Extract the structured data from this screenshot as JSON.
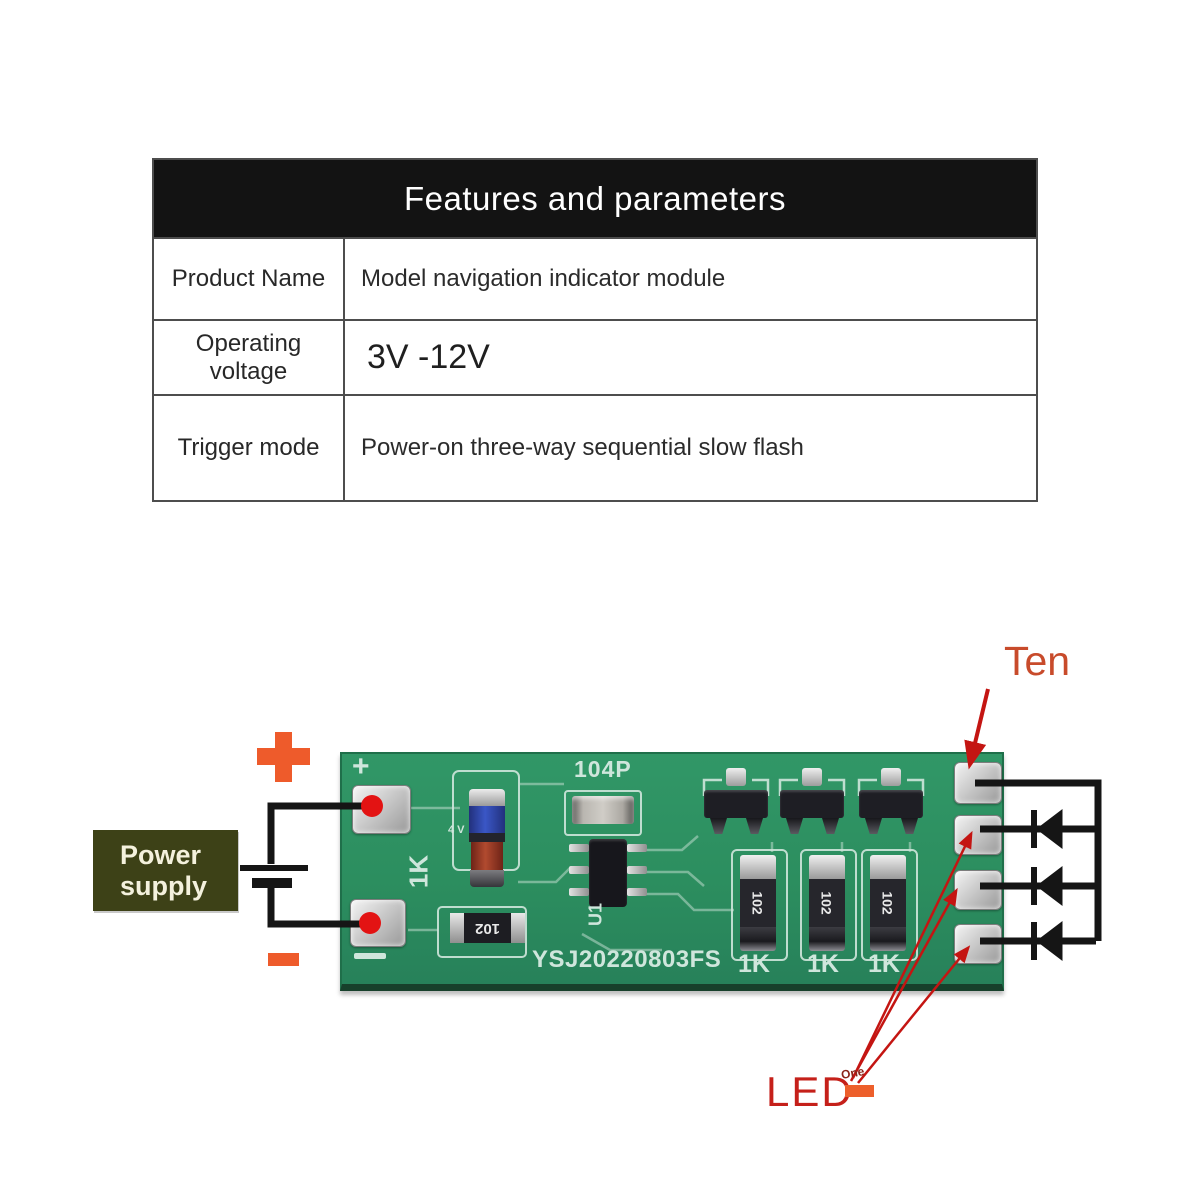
{
  "table": {
    "title": "Features and parameters",
    "rows": [
      {
        "label": "Product Name",
        "value": "Model navigation indicator module"
      },
      {
        "label": "Operating voltage",
        "value": "3V -12V"
      },
      {
        "label": "Trigger mode",
        "value": "Power-on three-way sequential slow flash"
      }
    ]
  },
  "diagram": {
    "power_supply": {
      "line1": "Power",
      "line2": "supply"
    },
    "labels": {
      "ten": "Ten",
      "led": "LED",
      "led_superscript": "One"
    },
    "pcb": {
      "silkscreen": {
        "plus": "+",
        "cap_code": "104P",
        "left_resistor_label": "1K",
        "zener_marking": "4 V",
        "ic_ref": "U1",
        "board_code": "YSJ20220803FS",
        "resistor_labels": [
          "1K",
          "1K",
          "1K"
        ]
      },
      "components": {
        "left_resistor_value": "102",
        "resistor_values": [
          "102",
          "102",
          "102"
        ]
      }
    },
    "colors": {
      "board_green": "#2e9163",
      "silkscreen": "#cfe6dc",
      "accent_orange": "#ee5b2b",
      "arrow_red": "#c41512",
      "label_red": "#c5201a",
      "power_box_olive": "#3d4117",
      "pad_dot_red": "#e31313"
    }
  }
}
